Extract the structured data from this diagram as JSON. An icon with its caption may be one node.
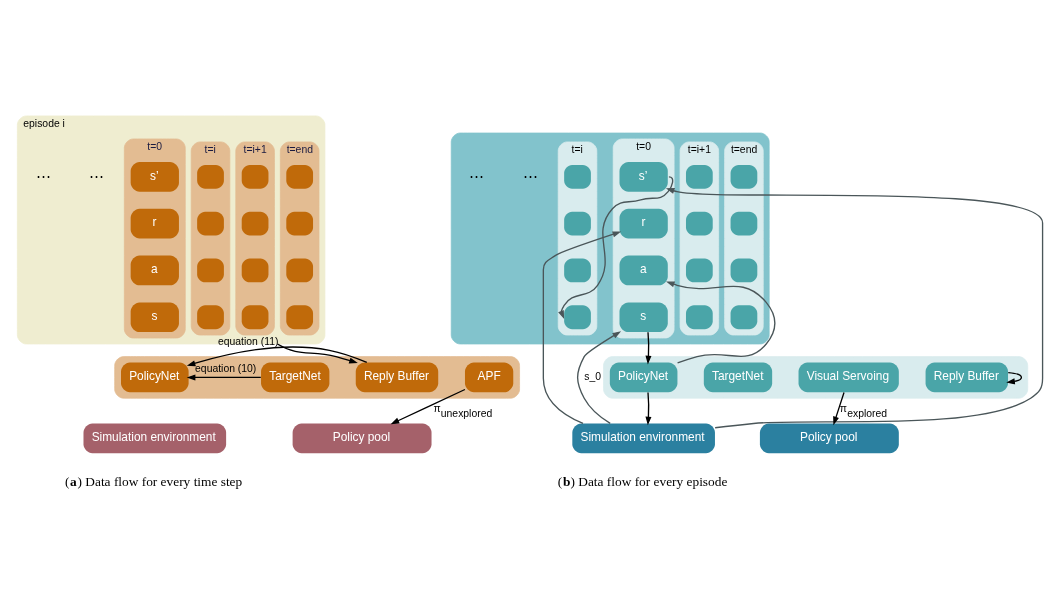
{
  "diagram": {
    "nodes": [
      {
        "text": [
          "episode i"
        ]
      },
      {
        "text": [
          "t=0"
        ],
        "in": 0
      },
      {
        "text": [
          "s’"
        ],
        "in": 1
      },
      {
        "text": [
          "r"
        ],
        "in": 1
      },
      {
        "text": [
          "a"
        ],
        "in": 1
      },
      {
        "text": [
          "s"
        ],
        "in": 1
      },
      {
        "text": [
          "t=i"
        ],
        "in": 0
      },
      {
        "text": [],
        "shape": "box",
        "in": 6
      },
      {
        "text": [],
        "shape": "box",
        "in": 6
      },
      {
        "text": [],
        "shape": "box",
        "in": 6
      },
      {
        "text": [],
        "shape": "box",
        "in": 6
      },
      {
        "text": [
          "t=i+1"
        ],
        "in": 0
      },
      {
        "text": [],
        "shape": "box",
        "in": 11
      },
      {
        "text": [],
        "shape": "box",
        "in": 11
      },
      {
        "text": [],
        "shape": "box",
        "in": 11
      },
      {
        "text": [],
        "shape": "box",
        "in": 11
      },
      {
        "text": [
          "t=end"
        ],
        "in": 0
      },
      {
        "text": [],
        "shape": "box",
        "in": 16
      },
      {
        "text": [],
        "shape": "box",
        "in": 16
      },
      {
        "text": [],
        "shape": "box",
        "in": 16
      },
      {
        "text": [],
        "shape": "box",
        "in": 16
      },
      {
        "text": [],
        "shape": "box"
      },
      {
        "text": [
          "PolicyNet"
        ],
        "in": 21
      },
      {
        "text": [
          "TargetNet"
        ],
        "in": 21
      },
      {
        "text": [
          "Reply Buffer"
        ],
        "in": 21
      },
      {
        "text": [
          "APF"
        ],
        "in": 21
      },
      {
        "text": [
          "Simulation environment"
        ]
      },
      {
        "text": [
          "Policy pool"
        ]
      },
      {
        "text": [],
        "shape": "box"
      },
      {
        "text": [
          "t=0"
        ],
        "in": 28
      },
      {
        "text": [
          "s’"
        ],
        "in": 29
      },
      {
        "text": [
          "r"
        ],
        "in": 29
      },
      {
        "text": [
          "a"
        ],
        "in": 29
      },
      {
        "text": [
          "s"
        ],
        "in": 29
      },
      {
        "text": [
          "t=i"
        ],
        "in": 28
      },
      {
        "text": [],
        "shape": "box",
        "in": 34
      },
      {
        "text": [],
        "shape": "box",
        "in": 34
      },
      {
        "text": [],
        "shape": "box",
        "in": 34
      },
      {
        "text": [],
        "shape": "box",
        "in": 34
      },
      {
        "text": [
          "t=i+1"
        ],
        "in": 28
      },
      {
        "text": [],
        "shape": "box",
        "in": 39
      },
      {
        "text": [],
        "shape": "box",
        "in": 39
      },
      {
        "text": [],
        "shape": "box",
        "in": 39
      },
      {
        "text": [],
        "shape": "box",
        "in": 39
      },
      {
        "text": [
          "t=end"
        ],
        "in": 28
      },
      {
        "text": [],
        "shape": "box",
        "in": 44
      },
      {
        "text": [],
        "shape": "box",
        "in": 44
      },
      {
        "text": [],
        "shape": "box",
        "in": 44
      },
      {
        "text": [],
        "shape": "box",
        "in": 44
      },
      {
        "text": [],
        "shape": "box"
      },
      {
        "text": [
          "PolicyNet"
        ],
        "in": 49
      },
      {
        "text": [
          "TargetNet"
        ],
        "in": 49
      },
      {
        "text": [
          "Visual Servoing"
        ],
        "in": 49
      },
      {
        "text": [
          "Reply Buffer"
        ],
        "in": 49
      },
      {
        "text": [
          "Simulation environment"
        ]
      },
      {
        "text": [
          "Policy pool"
        ]
      }
    ],
    "edges": [
      {
        "from": 23,
        "to": 22,
        "arrow": "to",
        "label": "equation (10)"
      },
      {
        "from": 0,
        "to": 24,
        "arrow": "to"
      },
      {
        "from": 24,
        "to": 22,
        "arrow": "to",
        "label": "equation (11)"
      },
      {
        "from": 25,
        "to": 27,
        "arrow": "to",
        "label": "π$_{unexplored}$"
      },
      {
        "from": 30,
        "to": 38,
        "arrow": "to",
        "color": "#4a5659"
      },
      {
        "from": 54,
        "to": 30,
        "arrow": "to",
        "color": "#4a5659"
      },
      {
        "from": 54,
        "to": 31,
        "arrow": "to",
        "color": "#4a5659"
      },
      {
        "from": 50,
        "to": 32,
        "arrow": "to",
        "color": "#4a5659"
      },
      {
        "from": 54,
        "to": 33,
        "arrow": "to",
        "label": "s_0",
        "color": "#4a5659"
      },
      {
        "from": 33,
        "to": 50,
        "arrow": "to"
      },
      {
        "from": 50,
        "to": 54,
        "arrow": "to"
      },
      {
        "from": 53,
        "to": 53,
        "arrow": "to"
      },
      {
        "from": 52,
        "to": 55,
        "arrow": "to",
        "label": "π$_{explored}$"
      }
    ],
    "labels": [
      "⋯",
      "⋯",
      "⋯",
      "⋯",
      "(**a**) Data flow for every time step",
      "(**b**) Data flow for every episode"
    ]
  }
}
